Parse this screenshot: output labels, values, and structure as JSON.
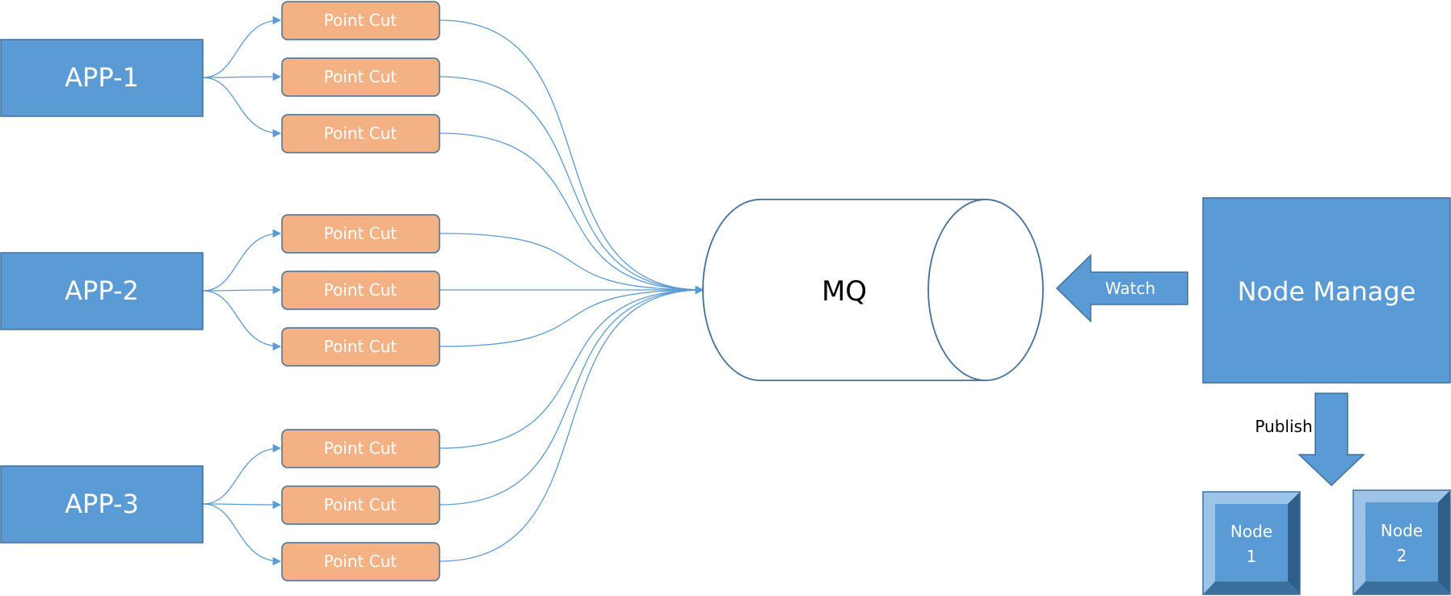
{
  "apps": [
    {
      "label": "APP-1",
      "point_cuts": [
        "Point Cut",
        "Point Cut",
        "Point Cut"
      ]
    },
    {
      "label": "APP-2",
      "point_cuts": [
        "Point Cut",
        "Point Cut",
        "Point Cut"
      ]
    },
    {
      "label": "APP-3",
      "point_cuts": [
        "Point Cut",
        "Point Cut",
        "Point Cut"
      ]
    }
  ],
  "mq": {
    "label": "MQ"
  },
  "watch_arrow": {
    "label": "Watch"
  },
  "node_manage": {
    "label": "Node Manage"
  },
  "publish_arrow": {
    "label": "Publish"
  },
  "nodes": [
    {
      "line1": "Node",
      "line2": "1"
    },
    {
      "line1": "Node",
      "line2": "2"
    }
  ],
  "colors": {
    "blue": "#5b9bd5",
    "blue_stroke": "#41719c",
    "orange": "#f4b183",
    "orange_stroke": "#41719c",
    "connector": "#5b9bd5"
  }
}
